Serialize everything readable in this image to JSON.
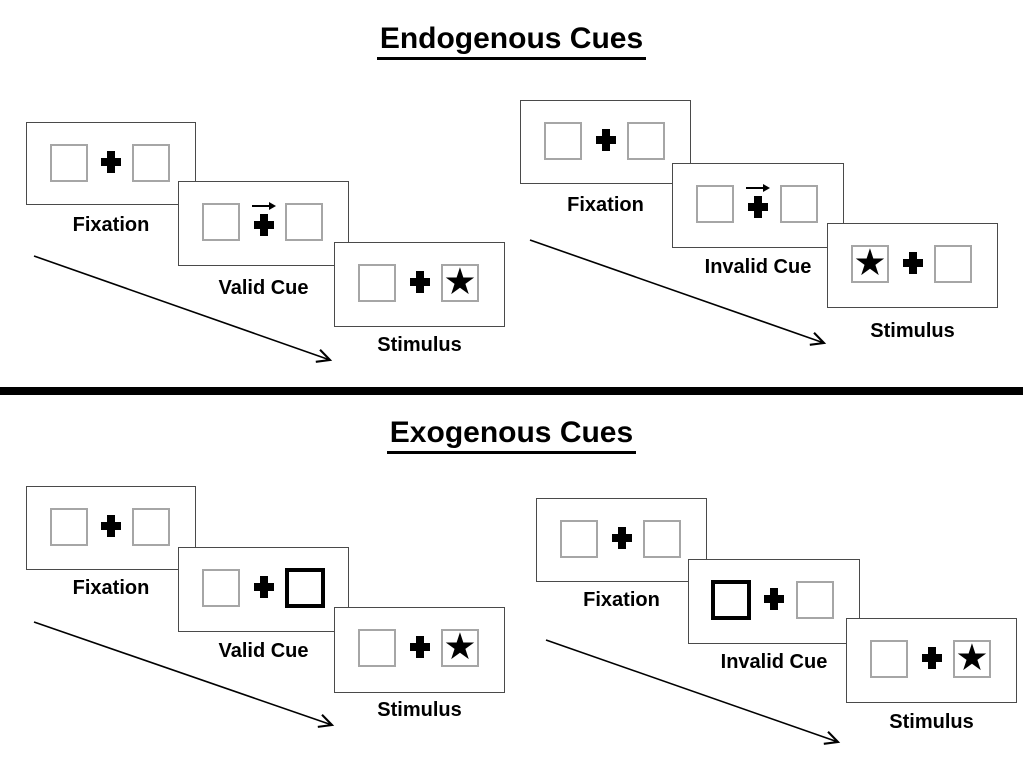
{
  "colors": {
    "background": "#ffffff",
    "card_border": "#4a4a4a",
    "placeholder_box_border": "#a6a6a6",
    "cue_box_border": "#000000",
    "ink": "#000000",
    "divider": "#000000"
  },
  "icons": {
    "star": "★",
    "fixation_cross": "plus-cross",
    "endogenous_cue": "right-arrow",
    "flow": "diagonal-arrow"
  },
  "sections": {
    "endogenous": {
      "title": "Endogenous Cues",
      "valid": {
        "fixation": "Fixation",
        "cue": "Valid Cue",
        "stimulus": "Stimulus"
      },
      "invalid": {
        "fixation": "Fixation",
        "cue": "Invalid Cue",
        "stimulus": "Stimulus"
      }
    },
    "exogenous": {
      "title": "Exogenous Cues",
      "valid": {
        "fixation": "Fixation",
        "cue": "Valid Cue",
        "stimulus": "Stimulus"
      },
      "invalid": {
        "fixation": "Fixation",
        "cue": "Invalid Cue",
        "stimulus": "Stimulus"
      }
    }
  }
}
